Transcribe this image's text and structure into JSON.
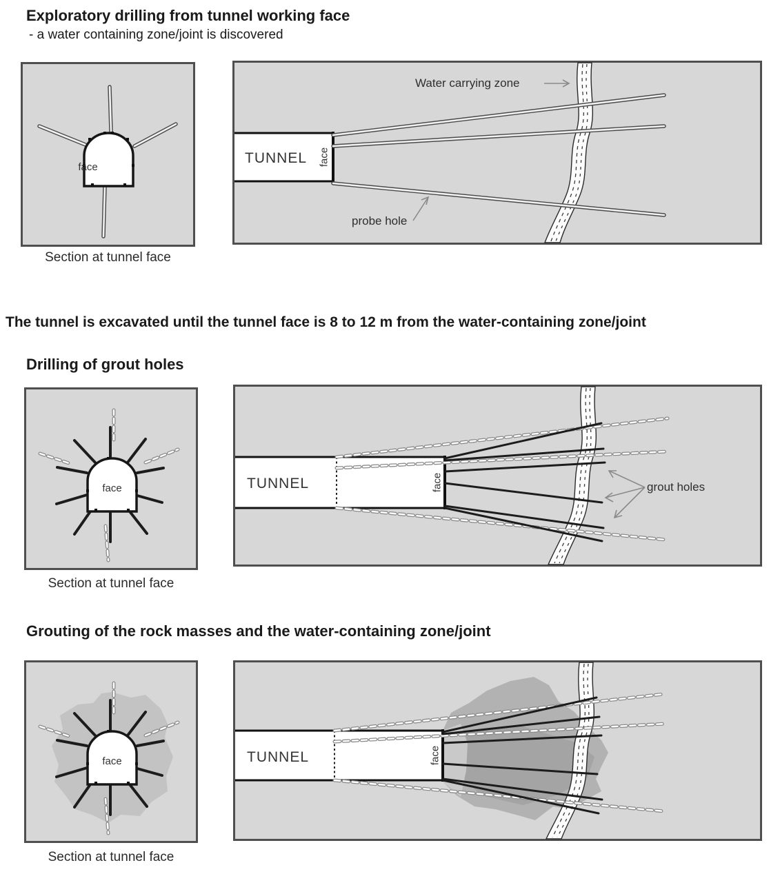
{
  "document": {
    "background": "#ffffff",
    "text_color": "#1a1a1a"
  },
  "colors": {
    "panel_fill": "#d7d7d7",
    "panel_border": "#4f4f4f",
    "tunnel_fill": "#ffffff",
    "probe_rod_outline": "#4a4a4a",
    "probe_rod_fill": "#f2f2f2",
    "grout_rod_black": "#1c1c1c",
    "dashed_rod_grey": "#8c8c8c",
    "annotation_grey": "#8a8a8a",
    "water_zone_fill": "#fcfcfc",
    "grout_blob": "#b2b2b2",
    "grout_blob_core": "#a4a4a4",
    "grout_blob_fringe": "#c9c9c9",
    "section_blob": "#c3c3c3"
  },
  "stage1": {
    "title": "Exploratory drilling from tunnel working face",
    "subtitle": "- a water containing zone/joint is discovered",
    "section": {
      "face_label": "face",
      "caption": "Section at tunnel face"
    },
    "longitudinal": {
      "tunnel_label": "TUNNEL",
      "face_label": "face",
      "water_zone_label": "Water carrying zone",
      "probe_hole_label": "probe hole"
    }
  },
  "excavation_note": "The tunnel is excavated until the tunnel face is 8 to 12 m from the water-containing zone/joint",
  "stage2": {
    "title": "Drilling of grout holes",
    "section": {
      "face_label": "face",
      "caption": "Section at tunnel face"
    },
    "longitudinal": {
      "tunnel_label": "TUNNEL",
      "face_label": "face",
      "grout_holes_label": "grout holes"
    }
  },
  "stage3": {
    "title": "Grouting of the rock masses and the water-containing zone/joint",
    "section": {
      "face_label": "face",
      "caption": "Section at tunnel face"
    },
    "longitudinal": {
      "tunnel_label": "TUNNEL",
      "face_label": "face"
    }
  }
}
